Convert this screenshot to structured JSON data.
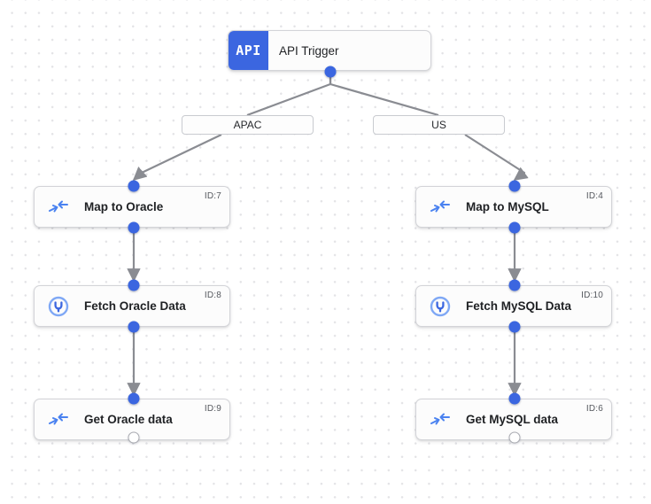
{
  "canvas": {
    "label": "workflow-canvas",
    "background": "#ffffff",
    "grid_dot_color": "#e3e3e6"
  },
  "theme": {
    "accent": "#3b66e0",
    "node_bg": "#fcfcfc",
    "node_border": "#d3d4d8",
    "edge_color": "#8a8c92",
    "text": "#1f2124",
    "id_text": "#55585e"
  },
  "trigger": {
    "badge_text": "API",
    "title": "API Trigger",
    "icon": "api-icon"
  },
  "branches": [
    {
      "label": "APAC",
      "name": "branch-label-apac"
    },
    {
      "label": "US",
      "name": "branch-label-us"
    }
  ],
  "nodes": [
    {
      "id_label": "ID:7",
      "title": "Map to Oracle",
      "icon": "map-transform-icon",
      "column": "left",
      "row": 1
    },
    {
      "id_label": "ID:8",
      "title": "Fetch Oracle Data",
      "icon": "database-plug-icon",
      "column": "left",
      "row": 2
    },
    {
      "id_label": "ID:9",
      "title": "Get Oracle data",
      "icon": "map-transform-icon",
      "column": "left",
      "row": 3
    },
    {
      "id_label": "ID:4",
      "title": "Map to MySQL",
      "icon": "map-transform-icon",
      "column": "right",
      "row": 1
    },
    {
      "id_label": "ID:10",
      "title": "Fetch MySQL Data",
      "icon": "database-plug-icon",
      "column": "right",
      "row": 2
    },
    {
      "id_label": "ID:6",
      "title": "Get MySQL data",
      "icon": "map-transform-icon",
      "column": "right",
      "row": 3
    }
  ]
}
